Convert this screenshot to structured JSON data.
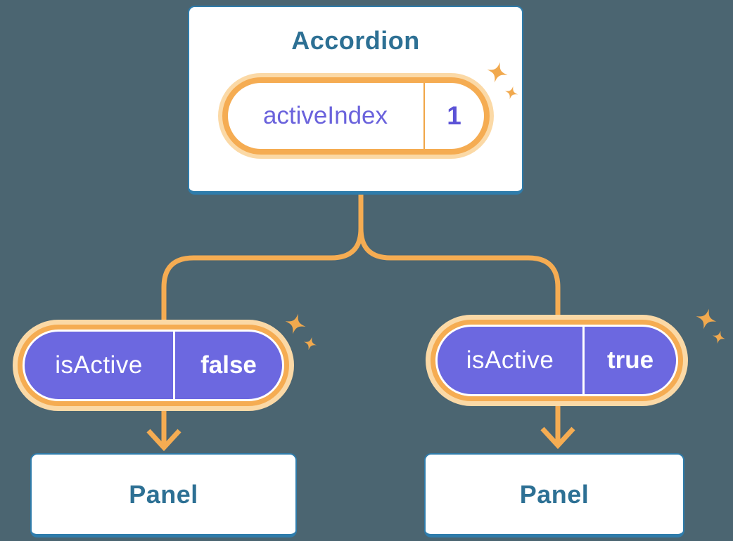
{
  "diagram": {
    "description": "React state diagram: Accordion parent holding activeIndex, passing isActive to two Panels",
    "accordion": {
      "title": "Accordion",
      "state": {
        "label": "activeIndex",
        "value": "1"
      }
    },
    "children": [
      {
        "state": {
          "label": "isActive",
          "value": "false"
        },
        "panel": {
          "title": "Panel"
        }
      },
      {
        "state": {
          "label": "isActive",
          "value": "true"
        },
        "panel": {
          "title": "Panel"
        }
      }
    ],
    "icons": [
      "sparkle-icon",
      "arrow-down-icon"
    ],
    "colors": {
      "background": "#4B6571",
      "card_background": "#FFFFFF",
      "card_border_blue": "#2F7CAB",
      "heading_teal": "#2D7094",
      "wire_orange": "#F5AC52",
      "glow_peach": "#FBD9A6",
      "pill_purple": "#6C68E0",
      "state_label_indigo": "#6A62DC",
      "state_value_indigo": "#5B52D6",
      "pill_text_white": "#FFFFFF",
      "sparkle_orange": "#F1A94E"
    }
  }
}
